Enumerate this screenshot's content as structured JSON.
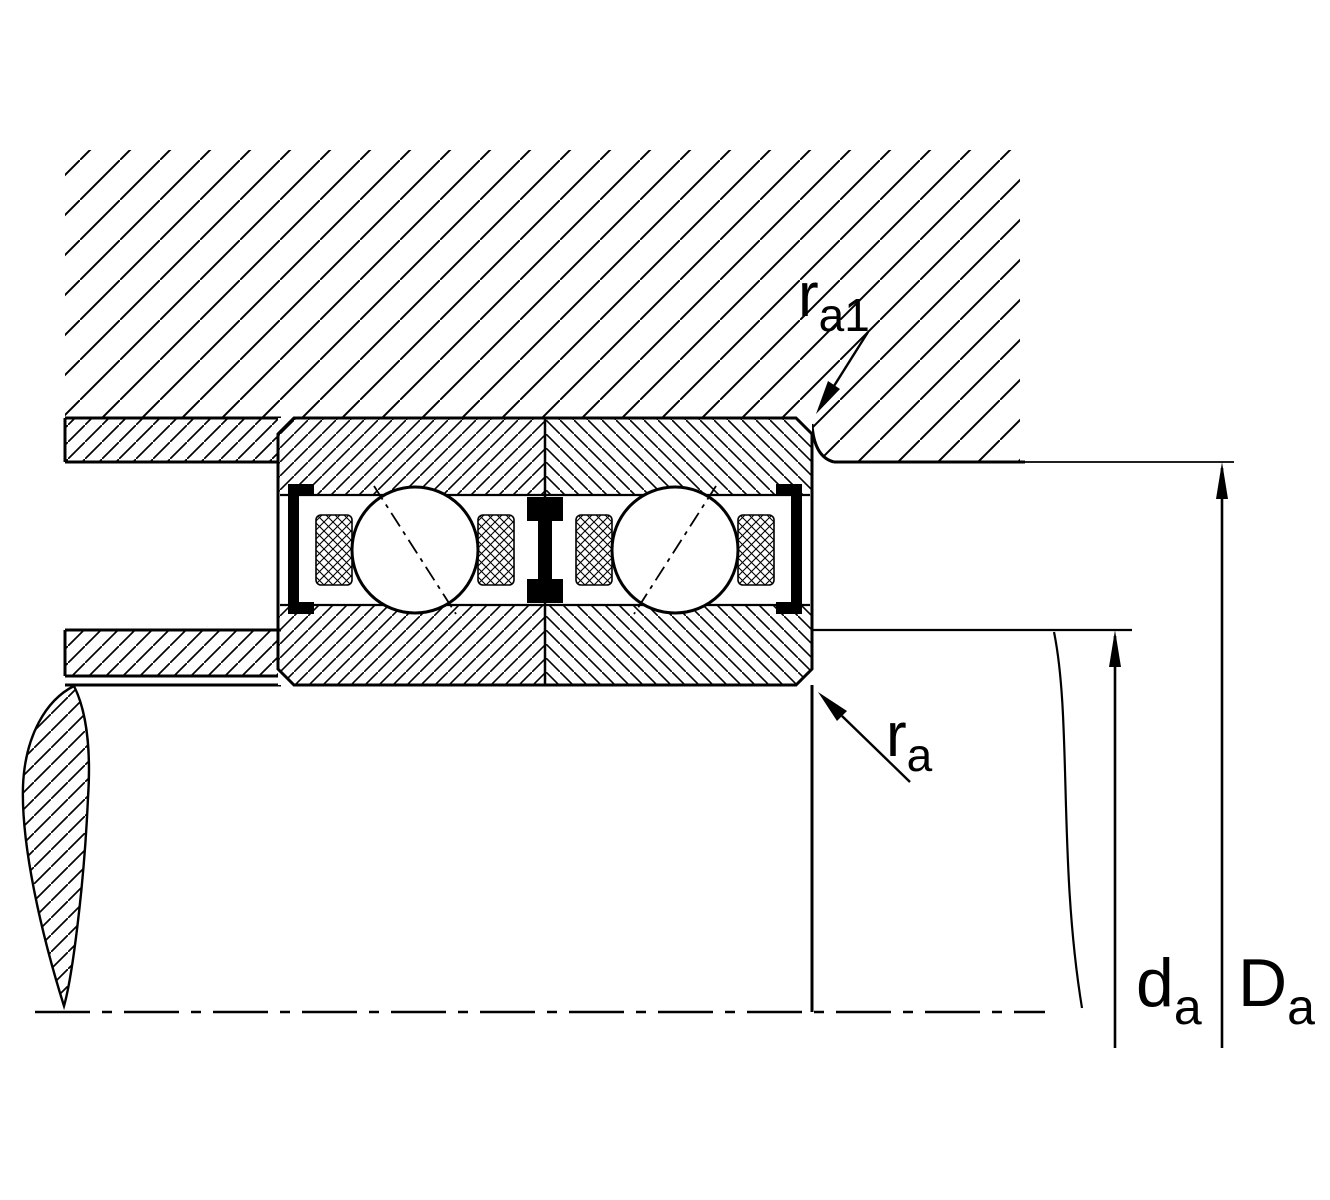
{
  "drawing": {
    "kind": "bearing-mounting-cross-section"
  },
  "labels": {
    "ra1": {
      "base": "r",
      "sub": "a1"
    },
    "ra": {
      "base": "r",
      "sub": "a"
    },
    "da": {
      "base": "d",
      "sub": "a"
    },
    "Da": {
      "base": "D",
      "sub": "a"
    }
  },
  "colors": {
    "line": "#000000",
    "background": "#ffffff"
  }
}
